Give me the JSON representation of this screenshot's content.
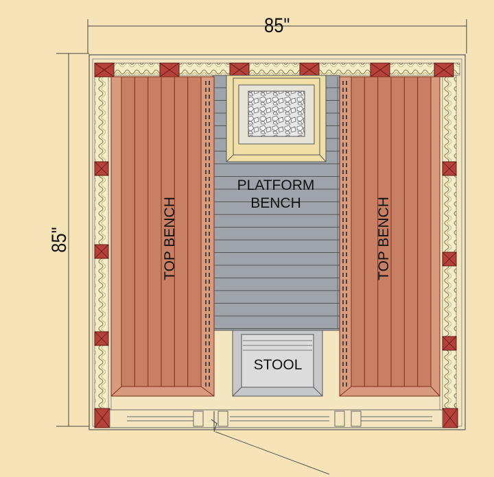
{
  "dimensions": {
    "width_label": "85\"",
    "height_label": "85\""
  },
  "labels": {
    "platform_bench_line1": "PLATFORM",
    "platform_bench_line2": "BENCH",
    "top_bench_left": "TOP BENCH",
    "top_bench_right": "TOP BENCH",
    "stool": "STOOL"
  },
  "colors": {
    "background": "#f7e3b8",
    "bench_wood": "#c97f63",
    "bench_line": "#7a2e1c",
    "platform": "#9ea4aa",
    "heater_frame": "#f0e0a8",
    "post": "#b5413a",
    "wall": "#f4e6c0",
    "line": "#444444"
  }
}
